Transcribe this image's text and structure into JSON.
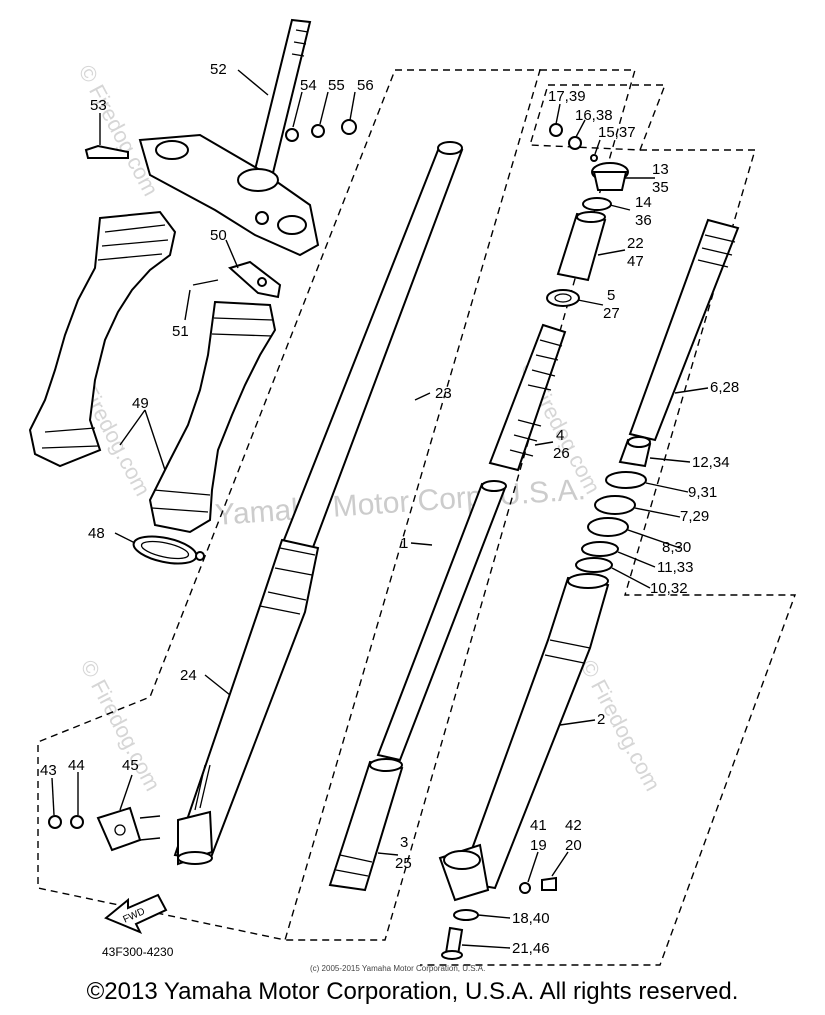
{
  "watermarks": {
    "center": "Yamaha Motor Corp. U.S.A.",
    "firedog": "© Firedog.com"
  },
  "source_line": "(c) 2005-2015 Yamaha Motor Corporation, U.S.A.",
  "diagram_code": "43F300-4230",
  "fwd_label": "FWD",
  "copyright": "©2013 Yamaha Motor Corporation, U.S.A. All rights reserved.",
  "labels": {
    "l52": "52",
    "l53": "53",
    "l54": "54",
    "l55": "55",
    "l56": "56",
    "l50": "50",
    "l51": "51",
    "l49": "49",
    "l48": "48",
    "l23": "23",
    "l24": "24",
    "l1": "1",
    "l3": "3",
    "l25": "25",
    "l43": "43",
    "l44": "44",
    "l45": "45",
    "l17_39": "17,39",
    "l16_38": "16,38",
    "l15_37": "15,37",
    "l13": "13",
    "l35": "35",
    "l14": "14",
    "l36": "36",
    "l22": "22",
    "l47": "47",
    "l5": "5",
    "l27": "27",
    "l4": "4",
    "l26": "26",
    "l6_28": "6,28",
    "l12_34": "12,34",
    "l9_31": "9,31",
    "l7_29": "7,29",
    "l8_30": "8,30",
    "l11_33": "11,33",
    "l10_32": "10,32",
    "l2": "2",
    "l41": "41",
    "l19": "19",
    "l42": "42",
    "l20": "20",
    "l18_40": "18,40",
    "l21_46": "21,46"
  }
}
